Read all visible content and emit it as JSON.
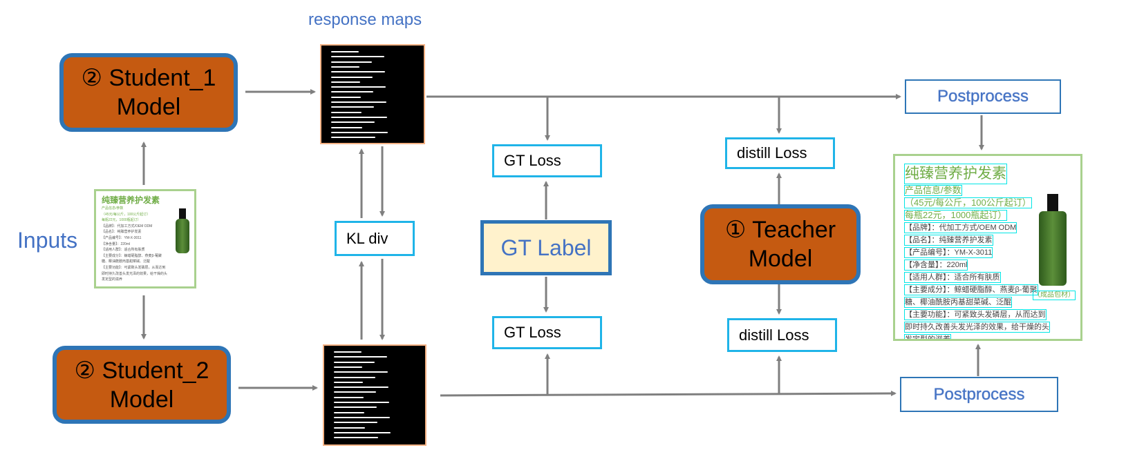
{
  "labels": {
    "response_maps": "response maps",
    "inputs": "Inputs"
  },
  "student1": {
    "line1": "② Student_1",
    "line2": "Model"
  },
  "student2": {
    "line1": "② Student_2",
    "line2": "Model"
  },
  "teacher": {
    "line1": "① Teacher",
    "line2": "Model"
  },
  "kl_div": "KL div",
  "gt_loss_top": "GT Loss",
  "gt_loss_bottom": "GT Loss",
  "gt_label": "GT Label",
  "distill_loss_top": "distill Loss",
  "distill_loss_bottom": "distill Loss",
  "postprocess_top": "Postprocess",
  "postprocess_bottom": "Postprocess",
  "product": {
    "title": "纯臻营养护发素",
    "lines": [
      "产品信息/参数",
      "（45元/每公斤，100公斤起订）",
      "每瓶22元，1000瓶起订）",
      "【品牌】：代加工方式/OEM ODM",
      "【品名】：纯臻营养护发素",
      "【产品编号】：YM-X-3011",
      "【净含量】：220ml",
      "【适用人群】：适合所有肤质",
      "【主要成分】：鲸蜡硬脂醇、燕麦β-葡聚",
      "糖、椰油酰胺丙基甜菜碱、泛醌",
      "【主要功能】：可紧致头发磷层，从而达到",
      "即时持久改善头发光泽的效果，给干燥的头",
      "发定型的滋养"
    ],
    "bottle_tag": "（成品包材）"
  },
  "colors": {
    "model_fill": "#c55a11",
    "model_border": "#2e75b6",
    "box_border": "#1fb4e8",
    "arrow": "#7f7f7f",
    "accent_text": "#4472c4",
    "gt_label_fill": "#fff2cc",
    "image_border": "#a9d18e",
    "ocr_box": "#00e5e5"
  }
}
